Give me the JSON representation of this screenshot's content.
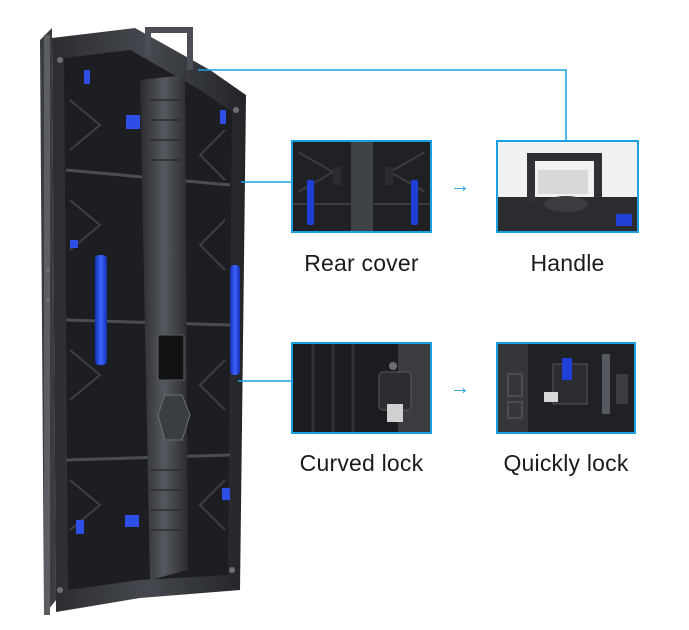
{
  "accent_color": "#1aa0e0",
  "cable_blue": "#1f3fd6",
  "product": {
    "image_name": "led-cabinet-rear-view"
  },
  "features": [
    {
      "label": "Rear cover",
      "icon": "rear-cover-photo"
    },
    {
      "label": "Handle",
      "icon": "handle-photo"
    },
    {
      "label": "Curved lock",
      "icon": "curved-lock-photo"
    },
    {
      "label": "Quickly lock",
      "icon": "quick-lock-photo"
    }
  ]
}
